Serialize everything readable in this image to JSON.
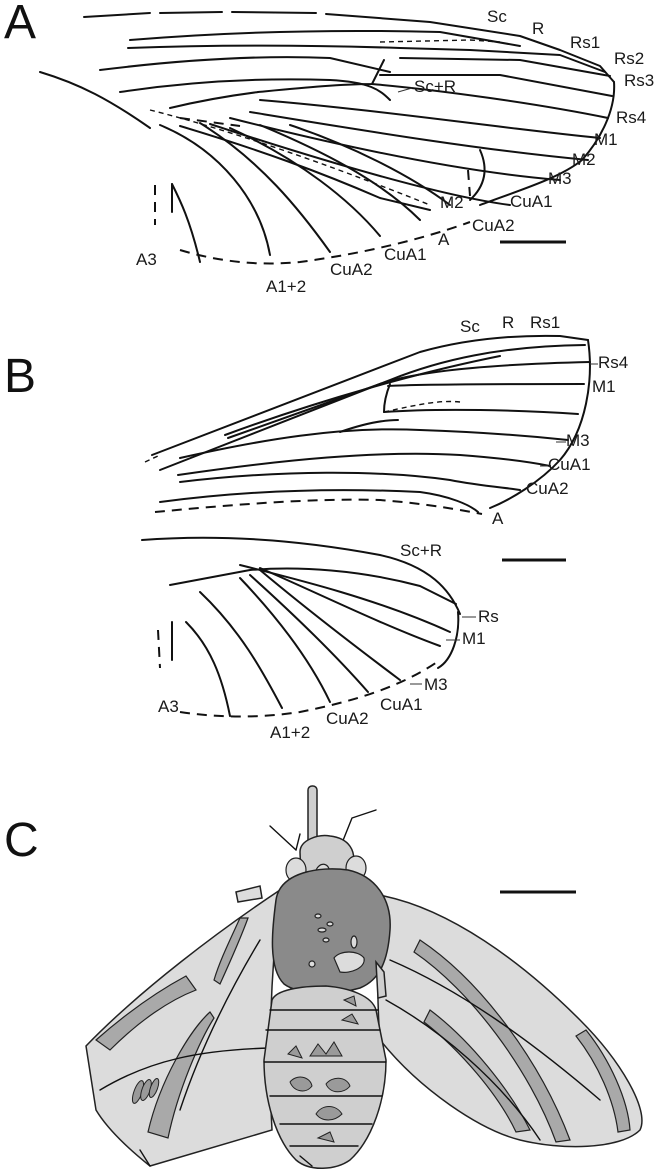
{
  "panels": {
    "A": {
      "letter": "A",
      "labels": {
        "sc": "Sc",
        "r": "R",
        "rs1": "Rs1",
        "rs2": "Rs2",
        "rs3": "Rs3",
        "rs4": "Rs4",
        "scr": "Sc+R",
        "m1": "M1",
        "m2": "M2",
        "m3": "M3",
        "cua1_outer": "CuA1",
        "m2_inner": "M2",
        "cua2_inner": "CuA2",
        "a": "A",
        "cua1_inner": "CuA1",
        "cua2": "CuA2",
        "a12": "A1+2",
        "a3": "A3"
      }
    },
    "B": {
      "letter": "B",
      "labels": {
        "sc": "Sc",
        "r": "R",
        "rs1": "Rs1",
        "rs4": "Rs4",
        "m1": "M1",
        "m3": "M3",
        "cua1": "CuA1",
        "cua2": "CuA2",
        "a": "A",
        "scr": "Sc+R",
        "rs": "Rs",
        "hm1": "M1",
        "hm3": "M3",
        "hcua1": "CuA1",
        "hcua2": "CuA2",
        "a12": "A1+2",
        "a3": "A3"
      }
    },
    "C": {
      "letter": "C"
    }
  },
  "colors": {
    "wing_fill": "#dcdcdc",
    "wing_band": "#a9a9a9",
    "thorax": "#8a8a8a",
    "abdomen": "#cfcfcf"
  }
}
